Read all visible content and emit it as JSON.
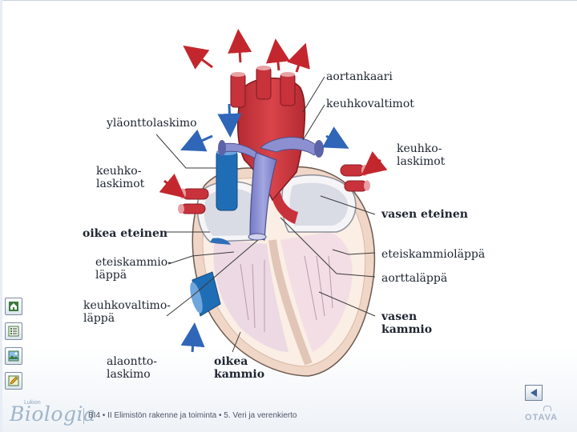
{
  "labels": {
    "aortankaari": "aortankaari",
    "keuhkovaltimot": "keuhkovaltimot",
    "ylaonttolaskimo": "yläonttolaskimo",
    "keuhkolaskimot_right": "keuhko-\nlaskimot",
    "keuhkolaskimot_left": "keuhko-\nlaskimot",
    "oikea_eteinen": "oikea eteinen",
    "vasen_eteinen": "vasen eteinen",
    "eteiskammiolappa_left": "eteiskammio-\nläppä",
    "eteiskammiolappa_right": "eteiskammioläppä",
    "aorttalappa": "aorttaläppä",
    "keuhkovaltimolappa": "keuhkovaltimo-\nläppä",
    "vasen_kammio": "vasen\nkammio",
    "alaonttolaskimo": "alaontto-\nlaskimo",
    "oikea_kammio": "oikea\nkammio"
  },
  "toolbar": {
    "icons": [
      "home-icon",
      "list-icon",
      "image-icon",
      "pencil-icon"
    ]
  },
  "footer": {
    "logo_small": "Lukion",
    "logo": "Biologia",
    "caption": "BI4 • II Elimistön rakenne ja toiminta • 5. Veri ja verenkierto",
    "publisher": "OTAVA"
  },
  "colors": {
    "oxygenated": "#c8323a",
    "deoxygenated": "#2f6fb8",
    "vein_blue": "#1f6db5",
    "violet_vessel": "#8c8fd0",
    "muscle": "#f6e4da",
    "arrow_red": "#c3272d",
    "arrow_blue": "#2f66b8"
  }
}
